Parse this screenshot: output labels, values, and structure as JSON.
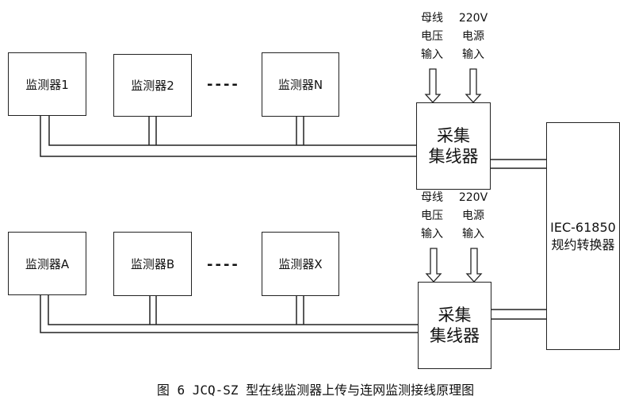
{
  "groups": [
    {
      "monitors": [
        "监测器1",
        "监测器2",
        "监测器N"
      ],
      "ellipsis": "----",
      "inputs": [
        {
          "lines": [
            "母线",
            "电压",
            "输入"
          ]
        },
        {
          "lines": [
            "220V",
            "电源",
            "输入"
          ]
        }
      ],
      "collector": [
        "采集",
        "集线器"
      ]
    },
    {
      "monitors": [
        "监测器A",
        "监测器B",
        "监测器X"
      ],
      "ellipsis": "----",
      "inputs": [
        {
          "lines": [
            "母线",
            "电压",
            "输入"
          ]
        },
        {
          "lines": [
            "220V",
            "电源",
            "输入"
          ]
        }
      ],
      "collector": [
        "采集",
        "集线器"
      ]
    }
  ],
  "converter": [
    "IEC-61850",
    "规约转换器"
  ],
  "caption": "图 6 JCQ-SZ 型在线监测器上传与连网监测接线原理图"
}
